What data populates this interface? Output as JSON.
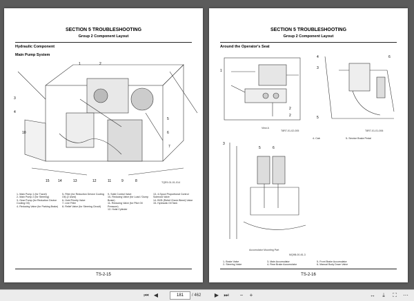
{
  "left_page": {
    "section_title": "SECTION 5 TROUBLESHOOTING",
    "group_title": "Group 2 Component Layout",
    "subheading_1": "Hydraulic Component",
    "subheading_2": "Main Pump System",
    "figure_code": "TQE9-01-01-014",
    "page_number": "TS-2-15",
    "callouts": [
      "1",
      "2",
      "3",
      "4",
      "5",
      "6",
      "7",
      "8",
      "9",
      "10",
      "11",
      "12",
      "13",
      "14",
      "15"
    ],
    "legend": [
      [
        "1- Main Pump 1 (for Travel)",
        "5- Filter (for Reduction Device Cooling Oil) (2 Used)",
        "9- Solid Control Valve",
        "13- 4-Spool Proportional Control Solenoid Valve"
      ],
      [
        "2- Main Pump 2 (for Steering)",
        "6- Hold Priority Valve",
        "10- Reducing Valve (for Load / Dump Brake)",
        "14- BCB (Relief Check Bleed) Valve"
      ],
      [
        "3- Gear Pump (for Reduction Device Cooling Oil)",
        "7- Line Filter",
        "11- Reducing Valve (for Pilot Oil Pressure)",
        "15- Hydraulic Oil Tank"
      ],
      [
        "4- Reducing Valve (for Parking Brake)",
        "8- Relief Valve (for Steering Circuit)",
        "12- Hoist Cylinder",
        ""
      ]
    ]
  },
  "right_page": {
    "section_title": "SECTION 5 TROUBLESHOOTING",
    "group_title": "Group 2 Component Layout",
    "subheading": "Around the Operator's Seat",
    "view_caption": "View A",
    "code_1": "T8R7-01-02-005",
    "code_2": "T8R7-01-01-006",
    "cab_legend": [
      "4- Cab",
      "5- Service Brake Pedal"
    ],
    "accumulator_caption": "Accumulator Mounting Part",
    "code_3": "MQ9B-00-81-3",
    "page_number": "TS-2-16",
    "legend": [
      [
        "1- Brake Valve",
        "3- Main Accumulator",
        "5- Front Brake Accumulator"
      ],
      [
        "2- Steering Valve",
        "4- Rear Brake Accumulator",
        "6- Manual Body Down Valve"
      ]
    ]
  },
  "toolbar": {
    "current_page": "181",
    "total_pages": "/ 462"
  }
}
